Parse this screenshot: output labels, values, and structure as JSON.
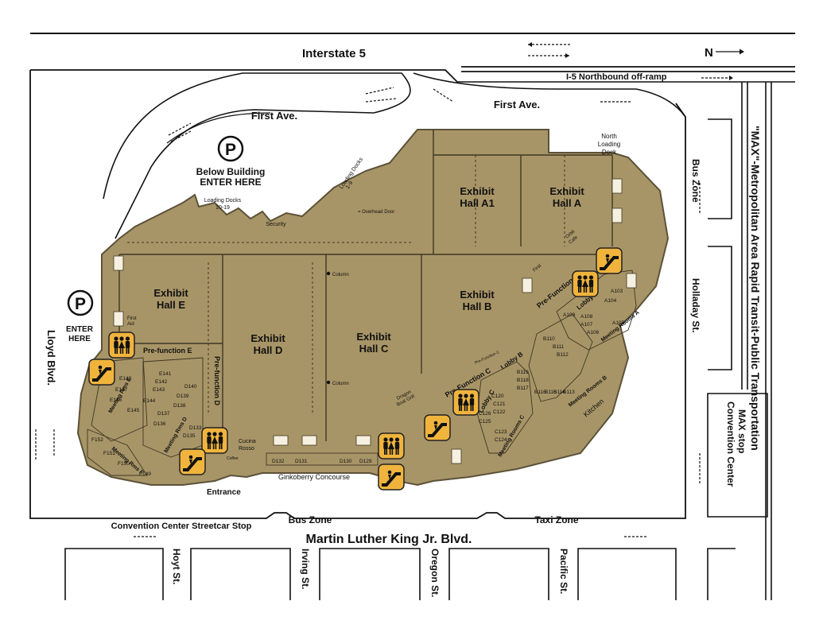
{
  "roads": {
    "interstate": "Interstate 5",
    "first_ave": "First Ave.",
    "i5_offramp": "I-5 Northbound off-ramp",
    "lloyd": "Lloyd Blvd.",
    "mlk": "Martin Luther King Jr. Blvd.",
    "holladay": "Holladay St.",
    "hoyt": "Hoyt St.",
    "irving": "Irving St.",
    "oregon": "Oregon St.",
    "pacific": "Pacific St.",
    "max_line": "\"MAX\"-Metropolitan Area Rapid Transit-Public Transportation"
  },
  "compass": {
    "north": "N"
  },
  "transit": {
    "bus_zone": "Bus Zone",
    "taxi_zone": "Taxi Zone",
    "streetcar": "Convention Center Streetcar Stop",
    "max_stop_1": "Convention Center",
    "max_stop_2": "MAX stop"
  },
  "parking": {
    "below_1": "Below Building",
    "below_2": "ENTER HERE",
    "enter_1": "ENTER",
    "enter_2": "HERE",
    "glyph": "P"
  },
  "docks": {
    "north_1": "North",
    "north_2": "Loading",
    "north_3": "Dock",
    "d1019_1": "Loading Docks",
    "d1019_2": "10-19",
    "d19_1": "Loading Docks",
    "d19_2": "1-9",
    "security": "Security",
    "overhead": "= Overhead Door"
  },
  "halls": {
    "a1_1": "Exhibit",
    "a1_2": "Hall A1",
    "a_1": "Exhibit",
    "a_2": "Hall A",
    "b_1": "Exhibit",
    "b_2": "Hall B",
    "c_1": "Exhibit",
    "c_2": "Hall C",
    "d_1": "Exhibit",
    "d_2": "Hall D",
    "e_1": "Exhibit",
    "e_2": "Hall E"
  },
  "areas": {
    "prefunction_a": "Pre-Function A",
    "prefunction_c": "Pre-Function C",
    "prefunction_c_small": "Pre-Function C",
    "prefunction_d": "Pre-function D",
    "prefunction_e": "Pre-function E",
    "lobby_a": "Lobby A",
    "lobby_b": "Lobby B",
    "lobby_c": "Lobby C",
    "kitchen": "Kitchen",
    "entrance": "Entrance",
    "concourse": "Ginkoberry Concourse",
    "column": "Column",
    "first_aid_1": "First",
    "first_aid_2": "Aid",
    "orbit_cafe_1": "Orbit",
    "orbit_cafe_2": "Cafe",
    "first_aid_b": "First",
    "dragon_1": "Dragon",
    "dragon_2": "Boat Grill",
    "cucina_1": "Cucina",
    "cucina_2": "Rosso",
    "coffee": "Coffee",
    "meeting_a": "Meeting Rooms A",
    "meeting_b": "Meeting Rooms B",
    "meeting_c": "Meeting Rooms C",
    "meeting_d": "Meeting Rms D",
    "meeting_e": "Meeting Rms E",
    "meeting_f": "Meeting Rms F"
  },
  "rooms": {
    "a103": "A103",
    "a104": "A104",
    "a105": "A105",
    "a106": "A106",
    "a107": "A107",
    "a108": "A108",
    "a109": "A109",
    "b110": "B110",
    "b111": "B111",
    "b112": "B112",
    "b113": "B113",
    "b114": "B114",
    "b115": "B115",
    "b116": "B116",
    "b117": "B117",
    "b118": "B118",
    "b119": "B119",
    "c120": "C120",
    "c121": "C121",
    "c122": "C122",
    "c123": "C123",
    "c124": "C124",
    "c125": "C125",
    "c126": "C126",
    "d129": "D129",
    "d130": "D130",
    "d131": "D131",
    "d132": "D132",
    "d133": "D133",
    "d135": "D135",
    "d136": "D136",
    "d137": "D137",
    "d138": "D138",
    "d139": "D139",
    "d140": "D140",
    "e141": "E141",
    "e142": "E142",
    "e143": "E143",
    "e144": "E144",
    "e145": "E145",
    "e146": "E146",
    "e147": "E147",
    "e148": "E148",
    "f149": "F149",
    "f150": "F150",
    "f151": "F151",
    "f152": "F152"
  },
  "colors": {
    "building": "#a89567",
    "building_stroke": "#5c5239",
    "icon_fill": "#f0b43d",
    "ink": "#111111"
  },
  "icons": [
    "parking-icon",
    "restroom-icon",
    "escalator-icon",
    "elevator-icon",
    "north-arrow-icon"
  ]
}
